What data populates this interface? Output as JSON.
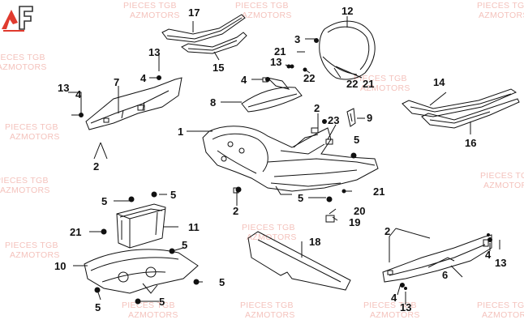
{
  "watermarks": [
    {
      "text": "PIECES TGB"
    },
    {
      "text": "AZMOTORS"
    },
    {
      "text": "PIECES TGB"
    },
    {
      "text": "AZMOTORS"
    },
    {
      "text": "PIECES TGB"
    },
    {
      "text": "AZMOTORS"
    },
    {
      "text": "PIECES TGB"
    },
    {
      "text": "AZMOTORS"
    },
    {
      "text": "PIECES TGB"
    },
    {
      "text": "AZMOTORS"
    },
    {
      "text": "PIECES TGB"
    },
    {
      "text": "AZMOTORS"
    },
    {
      "text": "PIECES TGB"
    },
    {
      "text": "AZMOTORS"
    },
    {
      "text": "PIECES TGB"
    },
    {
      "text": "AZMOTORS"
    },
    {
      "text": "PIECES TGB"
    },
    {
      "text": "AZMOTORS"
    },
    {
      "text": "PIECES TGB"
    },
    {
      "text": "AZMOTORS"
    },
    {
      "text": "PIECES TGB"
    },
    {
      "text": "AZMOTORS"
    },
    {
      "text": "PIECES TGB"
    },
    {
      "text": "AZMOTORS"
    },
    {
      "text": "PIECES TGB"
    },
    {
      "text": "AZMOTORS"
    },
    {
      "text": "PIECES TGB"
    },
    {
      "text": "AZMOTORS"
    }
  ],
  "callouts": [
    "17",
    "15",
    "12",
    "3",
    "21",
    "13",
    "22",
    "22",
    "21",
    "4",
    "8",
    "13",
    "4",
    "13",
    "4",
    "7",
    "2",
    "1",
    "2",
    "23",
    "9",
    "14",
    "16",
    "5",
    "5",
    "5",
    "21",
    "11",
    "5",
    "10",
    "5",
    "5",
    "2",
    "5",
    "21",
    "20",
    "19",
    "18",
    "2",
    "6",
    "4",
    "13",
    "4",
    "13",
    "5"
  ],
  "logo": {
    "icon": "azmotors-logo-icon",
    "color": "#e03a2e"
  }
}
